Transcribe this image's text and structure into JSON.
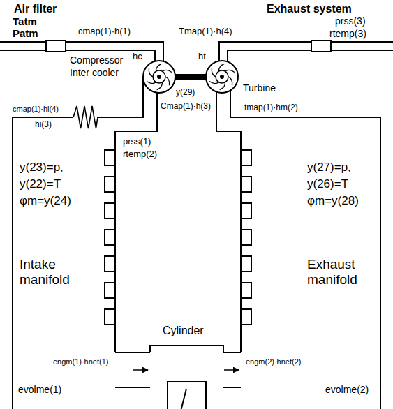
{
  "diagram": {
    "nodes": [
      {
        "text": [
          "Air filter"
        ]
      },
      {
        "text": [
          "Exhaust system"
        ]
      },
      {
        "text": [
          "Compressor"
        ]
      },
      {
        "text": [
          "Turbine"
        ]
      },
      {
        "text": [
          "y(23)=p,",
          "y(22)=T",
          "φm=y(24)",
          "Intake manifold"
        ]
      },
      {
        "text": [
          "y(27)=p,",
          "y(26)=T",
          "φm=y(28)",
          "Exhaust manifold"
        ]
      },
      {
        "text": [
          "Cylinder"
        ]
      }
    ],
    "edges": [
      {
        "from": 0,
        "to": 2,
        "arrow": "none"
      },
      {
        "from": 2,
        "to": 4,
        "arrow": "none"
      },
      {
        "from": 4,
        "to": 6,
        "arrow": "to"
      },
      {
        "from": 6,
        "to": 5,
        "arrow": "to"
      },
      {
        "from": 5,
        "to": 3,
        "arrow": "none"
      },
      {
        "from": 3,
        "to": 1,
        "arrow": "none"
      }
    ],
    "labels": [
      "Tatm",
      "Patm",
      "prss(3)",
      "rtemp(3)",
      "cmap(1)·h(1)",
      "Tmap(1)·h(4)",
      "hc",
      "ht",
      "Inter cooler",
      "y(29)",
      "Cmap(1)·h(3)",
      "prss(1)",
      "rtemp(2)",
      "tmap(1)·hm(2)",
      "cmap(1)·hi(4)",
      "hi(3)",
      "engm(1)·hnet(1)",
      "evolme(1)",
      "engm(2)·hnet(2)",
      "evolme(2)"
    ]
  }
}
